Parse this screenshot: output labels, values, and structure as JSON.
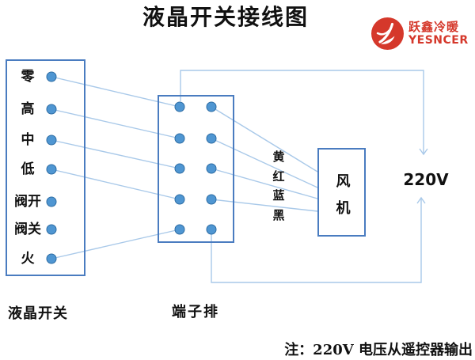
{
  "title": "液晶开关接线图",
  "logo": {
    "brand_cn": "跃鑫冷暖",
    "brand_en": "YESNCER"
  },
  "switch_panel": {
    "caption": "液晶开关",
    "labels": [
      "零",
      "高",
      "中",
      "低",
      "阀开",
      "阀关",
      "火"
    ]
  },
  "terminal_block": {
    "caption": "端子排"
  },
  "fan": {
    "label": "风机"
  },
  "wire_labels": [
    "黄",
    "红",
    "蓝",
    "黑"
  ],
  "power": {
    "voltage": "220V"
  },
  "note": {
    "text": "注：220V 电压从遥控器输出"
  },
  "colors": {
    "box_border": "#4a7cc0",
    "dot_fill": "#4f96d2",
    "dot_stroke": "#2e6da4",
    "wire": "#a9c9e9",
    "accent_red": "#d5382b",
    "ink": "#111111"
  }
}
